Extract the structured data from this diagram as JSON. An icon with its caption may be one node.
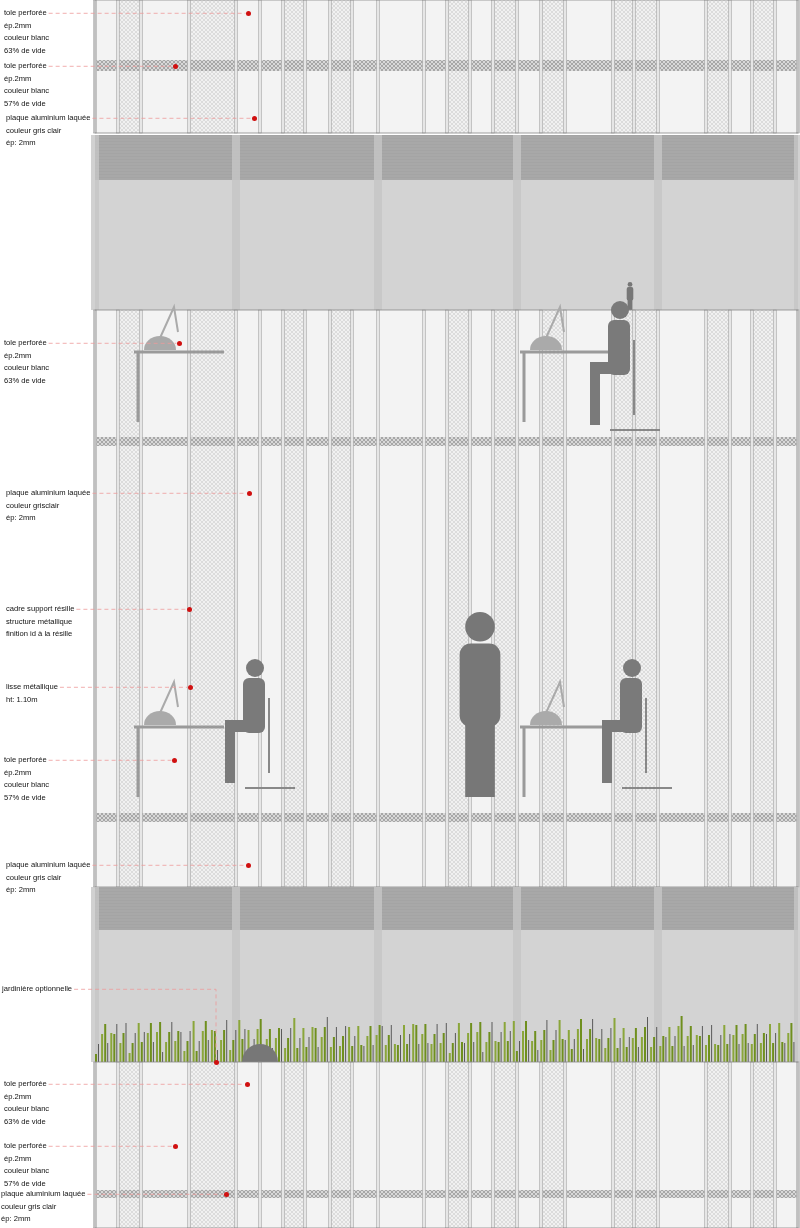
{
  "diagram": {
    "nodes": [
      {
        "text": [
          "tole perforée",
          "ép.2mm",
          "couleur blanc",
          "63% de vide"
        ]
      },
      {
        "text": [],
        "shape": "circle"
      },
      {
        "text": [
          "tole perforée",
          "ép.2mm",
          "couleur blanc",
          "57% de vide"
        ]
      },
      {
        "text": [],
        "shape": "circle"
      },
      {
        "text": [
          "plaque aluminium laquée",
          "couleur gris clair",
          "ép: 2mm"
        ]
      },
      {
        "text": [],
        "shape": "circle"
      },
      {
        "text": [
          "tole perforée",
          "ép.2mm",
          "couleur blanc",
          "63% de vide"
        ]
      },
      {
        "text": [],
        "shape": "circle"
      },
      {
        "text": [
          "plaque aluminium laquée",
          "couleur grisclair",
          "ép: 2mm"
        ]
      },
      {
        "text": [],
        "shape": "circle"
      },
      {
        "text": [
          "cadre support résille",
          "structure métallique",
          "finition id à la résille"
        ]
      },
      {
        "text": [],
        "shape": "circle"
      },
      {
        "text": [
          "lisse métallique",
          "ht: 1.10m"
        ]
      },
      {
        "text": [],
        "shape": "circle"
      },
      {
        "text": [
          "tole perforée",
          "ép.2mm",
          "couleur blanc",
          "57% de vide"
        ]
      },
      {
        "text": [],
        "shape": "circle"
      },
      {
        "text": [
          "plaque aluminium laquée",
          "couleur gris clair",
          "ép: 2mm"
        ]
      },
      {
        "text": [],
        "shape": "circle"
      },
      {
        "text": [
          "jardinière optionnelle"
        ]
      },
      {
        "text": [],
        "shape": "circle"
      },
      {
        "text": [
          "tole perforée",
          "ép.2mm",
          "couleur blanc",
          "63% de vide"
        ]
      },
      {
        "text": [],
        "shape": "circle"
      },
      {
        "text": [
          "tole perforée",
          "ép.2mm",
          "couleur blanc",
          "57% de vide"
        ]
      },
      {
        "text": [],
        "shape": "circle"
      },
      {
        "text": [
          "plaque aluminium laquée",
          "couleur gris clair",
          "ép: 2mm"
        ]
      },
      {
        "text": [],
        "shape": "circle"
      }
    ],
    "edges": [
      {
        "from": 0,
        "to": 1,
        "arrow": "none",
        "style": "dashed"
      },
      {
        "from": 2,
        "to": 3,
        "arrow": "none",
        "style": "dashed"
      },
      {
        "from": 4,
        "to": 5,
        "arrow": "none",
        "style": "dashed"
      },
      {
        "from": 6,
        "to": 7,
        "arrow": "none",
        "style": "dashed"
      },
      {
        "from": 8,
        "to": 9,
        "arrow": "none",
        "style": "dashed"
      },
      {
        "from": 10,
        "to": 11,
        "arrow": "none",
        "style": "dashed"
      },
      {
        "from": 12,
        "to": 13,
        "arrow": "none",
        "style": "dashed"
      },
      {
        "from": 14,
        "to": 15,
        "arrow": "none",
        "style": "dashed"
      },
      {
        "from": 16,
        "to": 17,
        "arrow": "none",
        "style": "dashed"
      },
      {
        "from": 18,
        "to": 19,
        "arrow": "none",
        "style": "dashed"
      },
      {
        "from": 20,
        "to": 21,
        "arrow": "none",
        "style": "dashed"
      },
      {
        "from": 22,
        "to": 23,
        "arrow": "none",
        "style": "dashed"
      },
      {
        "from": 24,
        "to": 25,
        "arrow": "none",
        "style": "dashed"
      }
    ]
  }
}
